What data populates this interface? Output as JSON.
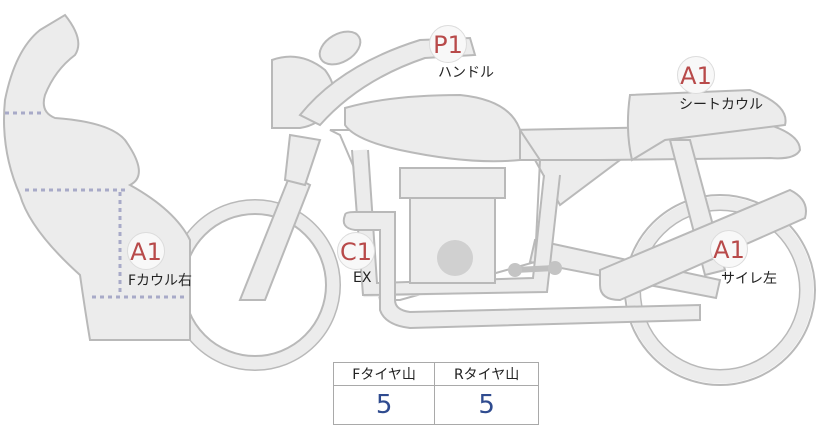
{
  "colors": {
    "part_fill": "#ececec",
    "part_stroke": "#b9b9b9",
    "badge_text": "#b84a4a",
    "value_text": "#2f4b8f",
    "dotted_line": "#a8aac8"
  },
  "parts": [
    {
      "id": "handle",
      "grade": "P1",
      "label": "ハンドル"
    },
    {
      "id": "seat-cowl",
      "grade": "A1",
      "label": "シートカウル"
    },
    {
      "id": "f-cowl-right",
      "grade": "A1",
      "label": "Fカウル右"
    },
    {
      "id": "ex",
      "grade": "C1",
      "label": "EX"
    },
    {
      "id": "silencer-left",
      "grade": "A1",
      "label": "サイレ左"
    }
  ],
  "tire_table": {
    "headers": [
      "Fタイヤ山",
      "Rタイヤ山"
    ],
    "values": [
      "5",
      "5"
    ]
  }
}
